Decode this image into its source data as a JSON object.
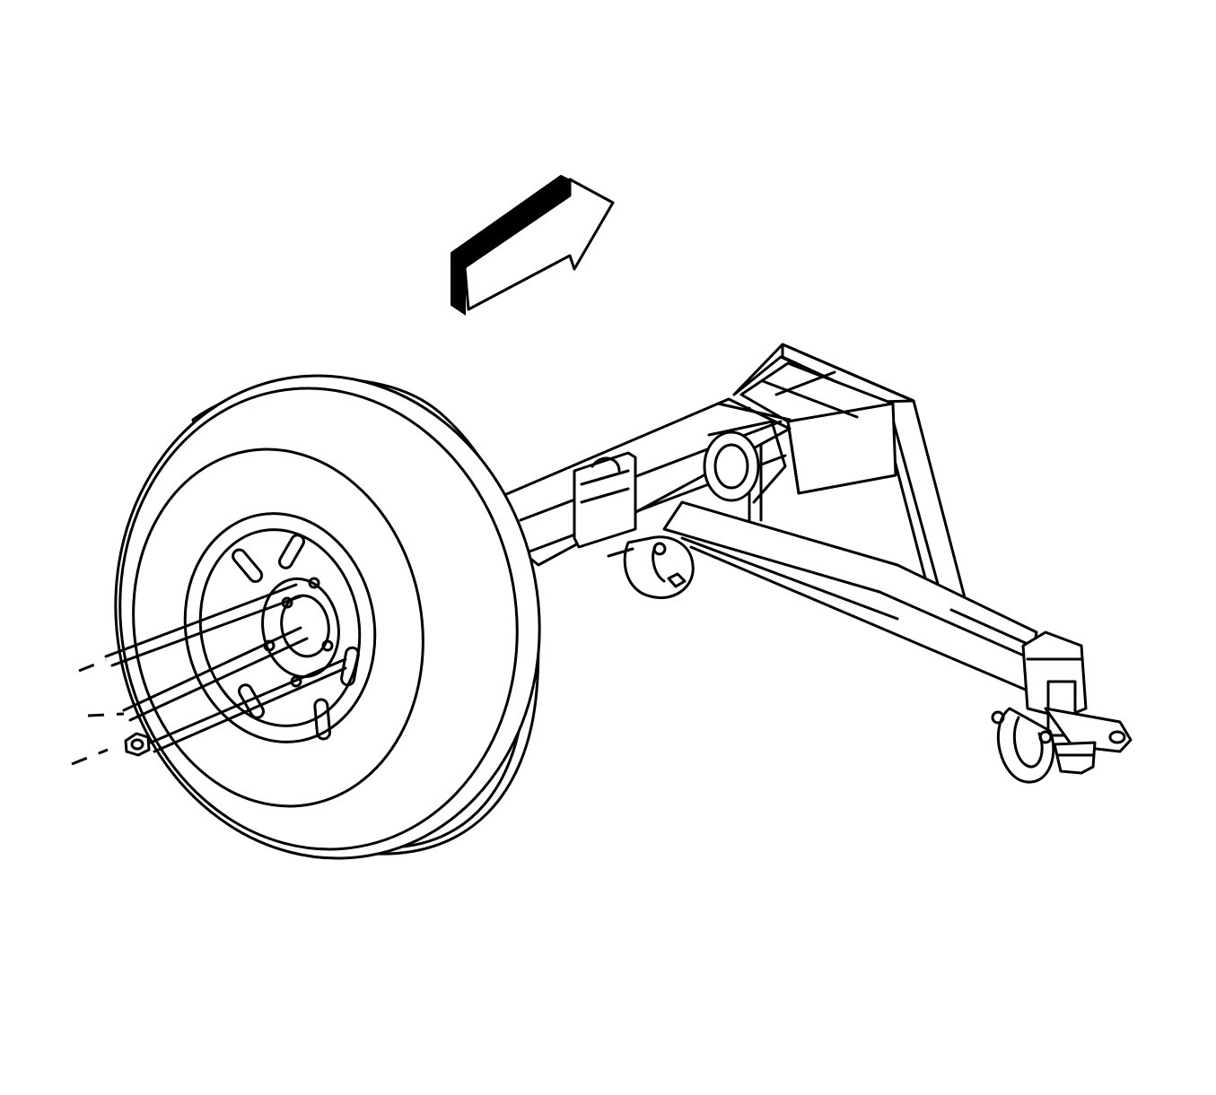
{
  "figure": {
    "background_color": "#ffffff",
    "line_color": "#000000",
    "parts": {
      "direction_arrow": "forward-direction-arrow",
      "wheel": "spare-tire-wheel",
      "hoist": "spare-tire-hoist",
      "crossmember": "crossmember",
      "lug_nut": "wheel-lug-nut"
    }
  }
}
